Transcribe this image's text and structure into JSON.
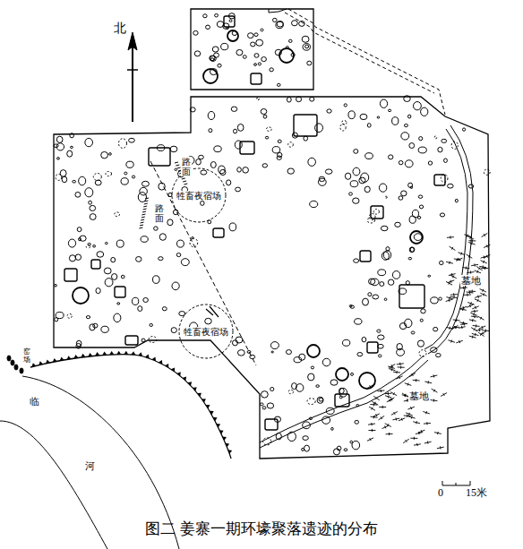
{
  "diagram": {
    "caption": "图二 姜寨一期环壕聚落遗迹的分布",
    "nodes": [
      {
        "text": [
          "牲畜夜宿场"
        ]
      },
      {
        "text": [
          "牲畜夜宿场"
        ]
      }
    ],
    "labels": [
      "北",
      "路面",
      "路面",
      "墓地",
      "窑场",
      "墓地",
      "临",
      "河",
      "0",
      "15米"
    ]
  }
}
